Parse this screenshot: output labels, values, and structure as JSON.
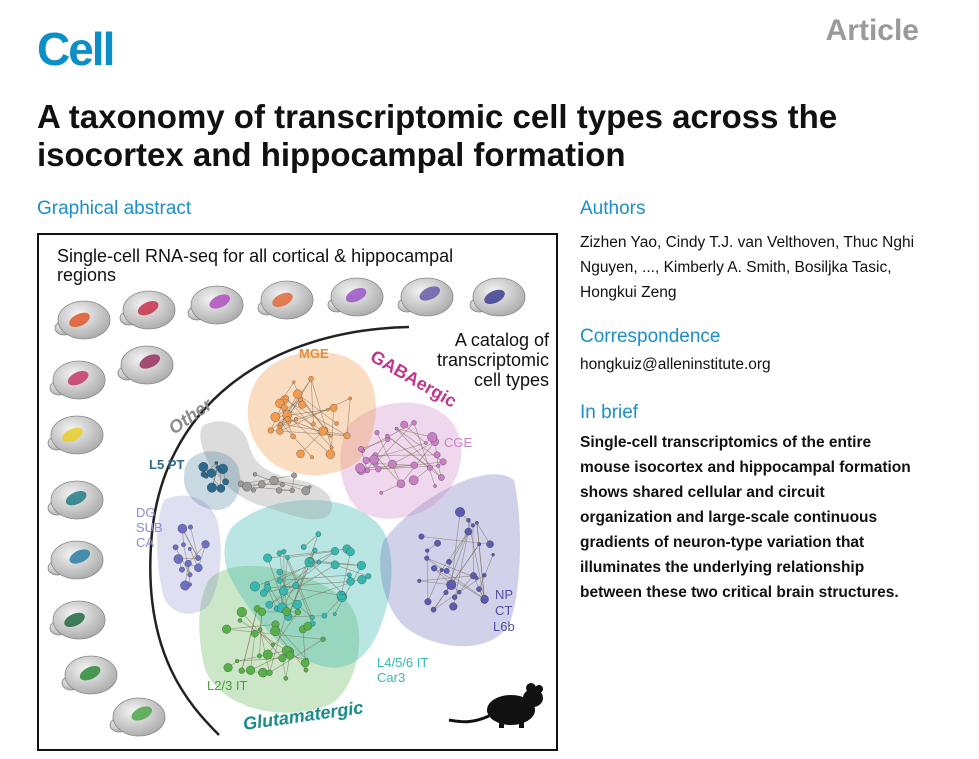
{
  "journal": "Cell",
  "article_type": "Article",
  "title": "A taxonomy of transcriptomic cell types across the isocortex and hippocampal formation",
  "sections": {
    "graphical_abstract": "Graphical abstract",
    "authors": "Authors",
    "correspondence": "Correspondence",
    "in_brief": "In brief"
  },
  "authors": "Zizhen Yao, Cindy T.J. van Velthoven, Thuc Nghi Nguyen, ..., Kimberly A. Smith, Bosiljka Tasic, Hongkui Zeng",
  "email": "hongkuiz@alleninstitute.org",
  "in_brief": "Single-cell transcriptomics of the entire mouse isocortex and hippocampal formation shows shared cellular and circuit organization and large-scale continuous gradients of neuron-type variation that illuminates the underlying relationship between these two critical brain structures.",
  "graphic": {
    "caption_line1": "Single-cell RNA-seq for all cortical & hippocampal",
    "caption_line2": "regions",
    "catalog_line1": "A catalog of",
    "catalog_line2": "transcriptomic",
    "catalog_line3": "cell types",
    "labels": {
      "gabaergic": "GABAergic",
      "glutamatergic": "Glutamatergic",
      "other": "Other",
      "mge": "MGE",
      "cge": "CGE",
      "l5pt": "L5 PT",
      "dg": "DG",
      "sub": "SUB",
      "ca": "CA",
      "np": "NP",
      "ct": "CT",
      "l6b": "L6b",
      "l23it": "L2/3 IT",
      "l456it": "L4/5/6 IT",
      "car3": "Car3"
    },
    "colors": {
      "mge": "#f29b4e",
      "cge": "#c97fc4",
      "other": "#9a9a9a",
      "l5pt": "#2b6a8f",
      "hippo": "#6d6fc2",
      "np": "#5b5bb0",
      "l23it": "#57b04a",
      "l456it": "#36b7b0",
      "gaba_text": "#c0388c",
      "glut_text": "#1a8c8a"
    }
  }
}
